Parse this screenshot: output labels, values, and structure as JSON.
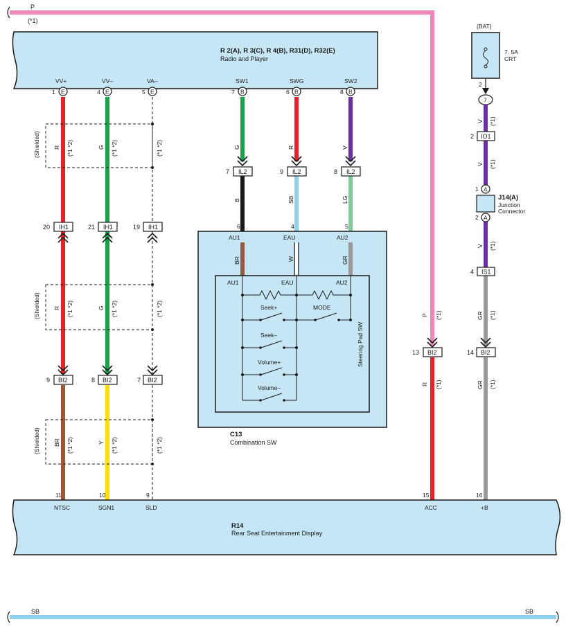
{
  "top_wire": {
    "color_code": "P",
    "note": "(*1)"
  },
  "bottom_wire": {
    "color_code_left": "SB",
    "color_code_right": "SB"
  },
  "radio": {
    "title": "R 2(A), R 3(C), R 4(B), R31(D), R32(E)",
    "subtitle": "Radio and Player",
    "pins": [
      {
        "num": "1",
        "conn": "E",
        "label": "VV+"
      },
      {
        "num": "4",
        "conn": "E",
        "label": "VV–"
      },
      {
        "num": "5",
        "conn": "E",
        "label": "VA–"
      },
      {
        "num": "7",
        "conn": "B",
        "label": "SW1"
      },
      {
        "num": "6",
        "conn": "B",
        "label": "SWG"
      },
      {
        "num": "8",
        "conn": "B",
        "label": "SW2"
      }
    ]
  },
  "bat": {
    "label": "(BAT)",
    "fuse_rating": "7. 5A",
    "fuse_name": "CRT",
    "pin": "2",
    "junction": "7"
  },
  "wires": {
    "c1_top": {
      "color": "R",
      "note": "(*1 *2)"
    },
    "c2_top": {
      "color": "G",
      "note": "(*1 *2)"
    },
    "c3_top": {
      "note": "(*1 *2)"
    },
    "c1_mid": {
      "color": "R",
      "note": "(*1 *2)"
    },
    "c2_mid": {
      "color": "G",
      "note": "(*1 *2)"
    },
    "c3_mid": {
      "note": "(*1 *2)"
    },
    "c1_bot": {
      "color": "BR",
      "note": "(*1 *2)"
    },
    "c2_bot": {
      "color": "Y",
      "note": "(*1 *2)"
    },
    "c3_bot": {
      "note": "(*1 *2)"
    },
    "sw1_top": {
      "color": "G"
    },
    "swg_top": {
      "color": "R"
    },
    "sw2_top": {
      "color": "V"
    },
    "sw1_mid": {
      "color": "B"
    },
    "swg_mid": {
      "color": "SB"
    },
    "sw2_mid": {
      "color": "LG"
    },
    "au1_in": {
      "color": "BR"
    },
    "eau_in": {
      "color": "W"
    },
    "au2_in": {
      "color": "GR"
    },
    "acc_top": {
      "color": "P",
      "note": "(*1)"
    },
    "acc_bot": {
      "color": "R",
      "note": "(*1)"
    },
    "b_seg1": {
      "color": "V",
      "note": "(*1)"
    },
    "b_seg2": {
      "color": "V",
      "note": "(*1)"
    },
    "b_seg3": {
      "color": "V",
      "note": "(*1)"
    },
    "b_seg4": {
      "color": "GR",
      "note": "(*1)"
    },
    "b_seg5": {
      "color": "GR",
      "note": "(*1)"
    }
  },
  "shielded": "(Shielded)",
  "connectors": {
    "il2_a": {
      "pin": "7",
      "name": "IL2"
    },
    "il2_b": {
      "pin": "9",
      "name": "IL2"
    },
    "il2_c": {
      "pin": "8",
      "name": "IL2"
    },
    "ih1_a": {
      "pin": "20",
      "name": "IH1"
    },
    "ih1_b": {
      "pin": "21",
      "name": "IH1"
    },
    "ih1_c": {
      "pin": "19",
      "name": "IH1"
    },
    "bi2_a": {
      "pin": "9",
      "name": "BI2"
    },
    "bi2_b": {
      "pin": "8",
      "name": "BI2"
    },
    "bi2_c": {
      "pin": "7",
      "name": "BI2"
    },
    "bi2_d": {
      "pin": "13",
      "name": "BI2"
    },
    "bi2_e": {
      "pin": "14",
      "name": "BI2"
    },
    "io1": {
      "pin": "2",
      "name": "IO1"
    },
    "is1": {
      "pin": "4",
      "name": "IS1"
    }
  },
  "junction": {
    "title": "J14(A)",
    "line1": "Junction",
    "line2": "Connector",
    "pin_top": "1",
    "pin_bot": "2",
    "letter": "A"
  },
  "combo": {
    "title": "C13",
    "subtitle": "Combination SW",
    "pins": [
      {
        "num": "6",
        "label": "AU1"
      },
      {
        "num": "4",
        "label": "EAU"
      },
      {
        "num": "5",
        "label": "AU2"
      }
    ],
    "inner_labels": [
      "AU1",
      "EAU",
      "AU2"
    ],
    "switches": [
      "Seek+",
      "MODE",
      "Seek–",
      "Volume+",
      "Volume–"
    ],
    "steering_label": "Steering Pad SW"
  },
  "rse": {
    "title": "R14",
    "subtitle": "Rear Seat Entertainment Display",
    "pins": [
      {
        "num": "11",
        "label": "NTSC"
      },
      {
        "num": "10",
        "label": "SGN1"
      },
      {
        "num": "9",
        "label": "SLD"
      },
      {
        "num": "15",
        "label": "ACC"
      },
      {
        "num": "16",
        "label": "+B"
      }
    ]
  },
  "colors": {
    "box_fill": "#c6e6f5",
    "pink": "#ee88bb",
    "red": "#e8202a",
    "green": "#16a34a",
    "purple": "#6b2fa0",
    "black": "#1a1a1a",
    "skyblue": "#8fd0ee",
    "lightgreen": "#7fcc9a",
    "brown": "#9a5a3a",
    "white": "#ffffff",
    "gray": "#9a9a9a",
    "yellow": "#ffe000"
  }
}
